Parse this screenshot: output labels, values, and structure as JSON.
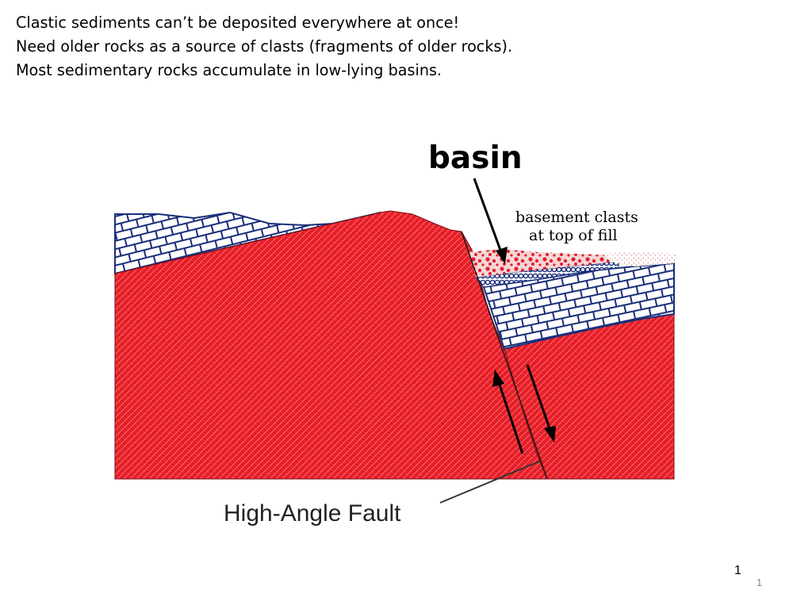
{
  "slide": {
    "lines": [
      "Clastic sediments can’t be deposited everywhere at once!",
      "Need older rocks as a source of clasts (fragments of older rocks).",
      "Most sedimentary rocks accumulate in low-lying basins."
    ]
  },
  "diagram": {
    "basin_label": "basin",
    "clast_label_line1": "basement clasts",
    "clast_label_line2": "at top of fill",
    "fault_label": "High-Angle Fault",
    "colors": {
      "basement_red": "#e8202a",
      "brick_blue": "#1b2f7a",
      "clast_red": "#e02030",
      "clast_blue": "#1b2f7a"
    }
  },
  "footer": {
    "page_number": "1",
    "page_number_small": "1"
  }
}
